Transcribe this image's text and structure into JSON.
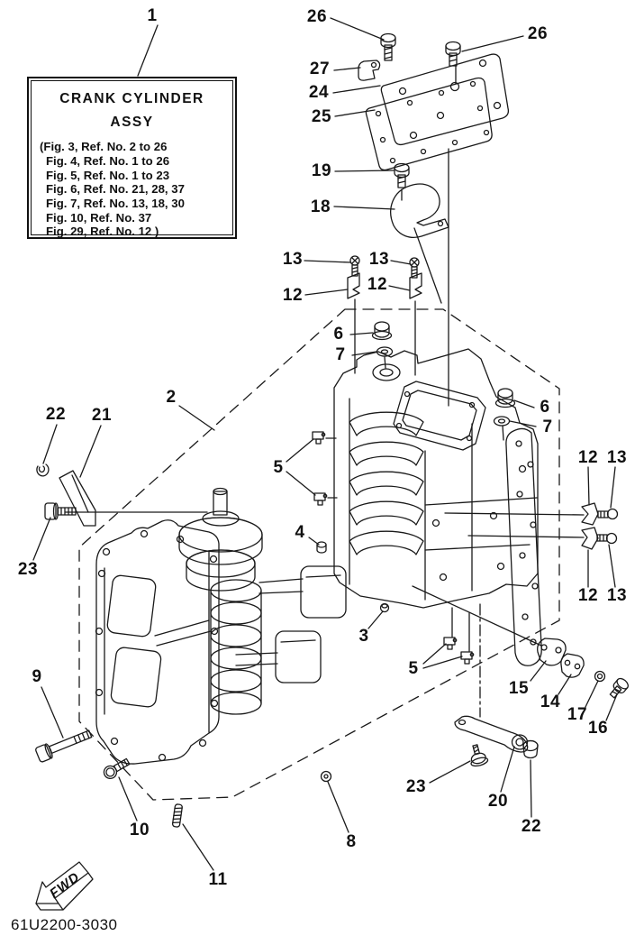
{
  "info_box": {
    "title_line1": "CRANK CYLINDER",
    "title_line2": "ASSY",
    "refs": [
      "(Fig. 3, Ref. No. 2 to 26",
      "Fig. 4, Ref. No. 1 to 26",
      "Fig. 5, Ref. No. 1 to 23",
      "Fig. 6, Ref. No. 21, 28, 37",
      "Fig. 7, Ref. No. 13, 18, 30",
      "Fig. 10, Ref. No. 37",
      "Fig. 29, Ref. No. 12 )"
    ]
  },
  "drawing_code": "61U2200-3030",
  "fwd_label": "FWD",
  "callouts": [
    {
      "label": "1"
    },
    {
      "label": "26"
    },
    {
      "label": "26"
    },
    {
      "label": "27"
    },
    {
      "label": "24"
    },
    {
      "label": "25"
    },
    {
      "label": "19"
    },
    {
      "label": "18"
    },
    {
      "label": "13"
    },
    {
      "label": "13"
    },
    {
      "label": "12"
    },
    {
      "label": "12"
    },
    {
      "label": "6"
    },
    {
      "label": "7"
    },
    {
      "label": "2"
    },
    {
      "label": "22"
    },
    {
      "label": "21"
    },
    {
      "label": "23"
    },
    {
      "label": "6"
    },
    {
      "label": "7"
    },
    {
      "label": "12"
    },
    {
      "label": "13"
    },
    {
      "label": "12"
    },
    {
      "label": "13"
    },
    {
      "label": "5"
    },
    {
      "label": "4"
    },
    {
      "label": "3"
    },
    {
      "label": "5"
    },
    {
      "label": "15"
    },
    {
      "label": "14"
    },
    {
      "label": "17"
    },
    {
      "label": "16"
    },
    {
      "label": "9"
    },
    {
      "label": "10"
    },
    {
      "label": "11"
    },
    {
      "label": "23"
    },
    {
      "label": "20"
    },
    {
      "label": "22"
    },
    {
      "label": "8"
    }
  ]
}
